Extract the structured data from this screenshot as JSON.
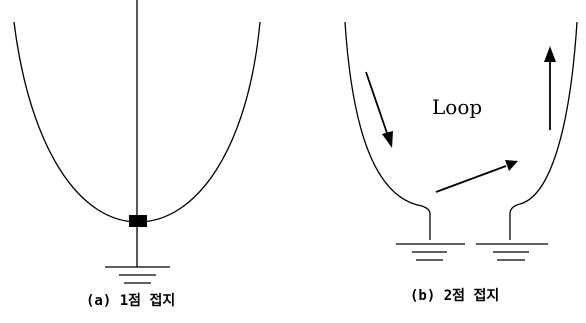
{
  "diagram": {
    "caption_a": "(a) 1점 접지",
    "caption_b": "(b) 2점 접지",
    "loop_label": "Loop"
  }
}
